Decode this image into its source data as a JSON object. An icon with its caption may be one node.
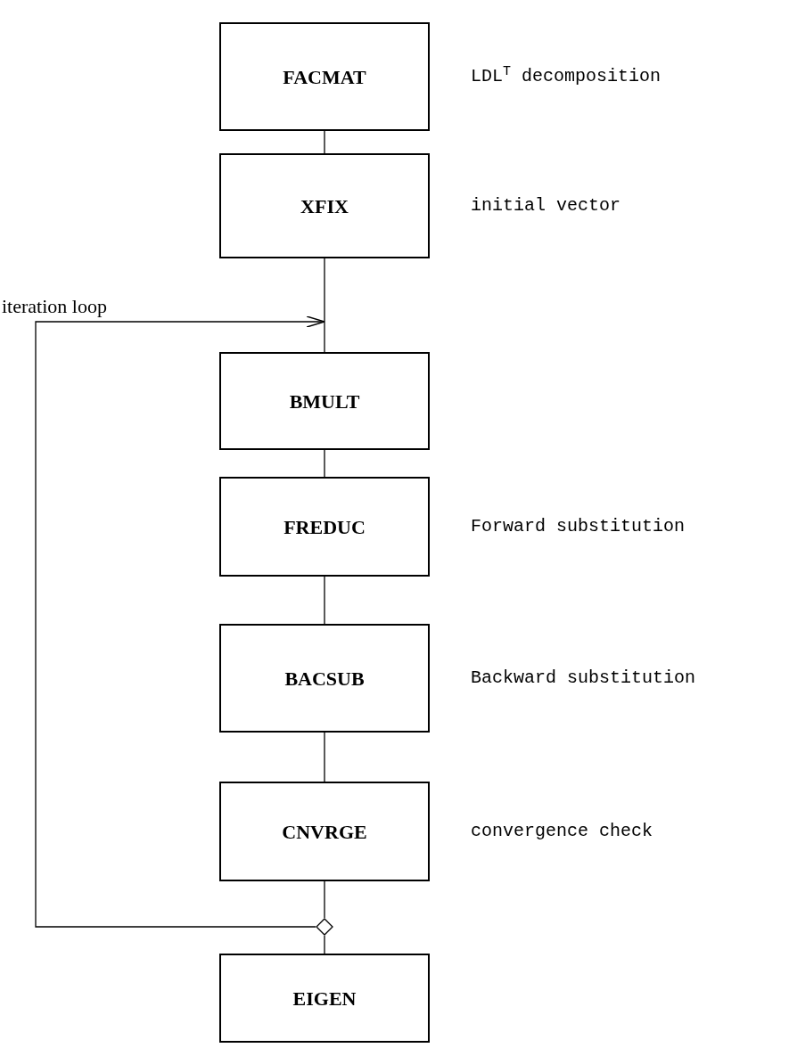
{
  "diagram": {
    "nodes": [
      {
        "text": [
          "FACMAT"
        ],
        "beside": [
          "LDL$^{T}$ decomposition"
        ]
      },
      {
        "text": [
          "XFIX"
        ],
        "beside": [
          "initial vector"
        ]
      },
      {
        "text": [
          "BMULT"
        ]
      },
      {
        "text": [
          "FREDUC"
        ],
        "beside": [
          "Forward substitution"
        ]
      },
      {
        "text": [
          "BACSUB"
        ],
        "beside": [
          "Backward substitution"
        ]
      },
      {
        "text": [
          "CNVRGE"
        ],
        "beside": [
          "convergence check"
        ]
      },
      {
        "text": [
          "EIGEN"
        ]
      },
      {
        "text": [],
        "shape": "diamond"
      }
    ],
    "edges": [
      {
        "from": 0,
        "to": 1,
        "arrow": "none"
      },
      {
        "from": 1,
        "to": 2,
        "arrow": "none"
      },
      {
        "from": 2,
        "to": 3,
        "arrow": "none"
      },
      {
        "from": 3,
        "to": 4,
        "arrow": "none"
      },
      {
        "from": 4,
        "to": 5,
        "arrow": "none"
      },
      {
        "from": 5,
        "to": 7,
        "arrow": "none"
      },
      {
        "from": 7,
        "to": 6,
        "arrow": "none"
      },
      {
        "from": 7,
        "to": 2,
        "arrow": "to",
        "label": "iteration loop"
      }
    ]
  }
}
